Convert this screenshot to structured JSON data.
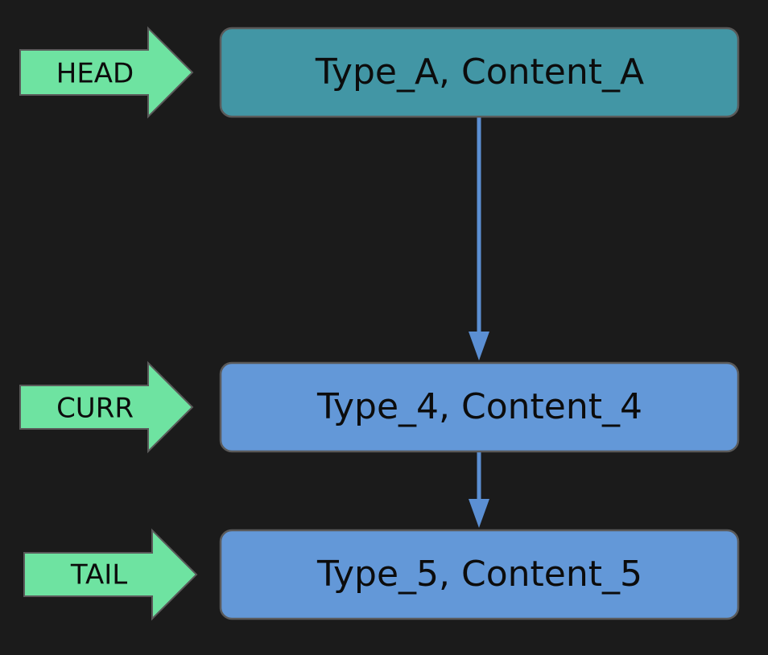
{
  "colors": {
    "background": "#1b1b1b",
    "head_node_fill": "#4296a5",
    "node_fill": "#6398d8",
    "node_stroke": "#5a5a5a",
    "pointer_fill": "#6ee3a1",
    "edge_color": "#5b8fd3"
  },
  "nodes": [
    {
      "id": "node-a",
      "label": "Type_A, Content_A"
    },
    {
      "id": "node-4",
      "label": "Type_4, Content_4"
    },
    {
      "id": "node-5",
      "label": "Type_5, Content_5"
    }
  ],
  "pointers": [
    {
      "label": "HEAD",
      "target": "node-a"
    },
    {
      "label": "CURR",
      "target": "node-4"
    },
    {
      "label": "TAIL",
      "target": "node-5"
    }
  ],
  "edges": [
    {
      "from": "node-a",
      "to": "node-4"
    },
    {
      "from": "node-4",
      "to": "node-5"
    }
  ]
}
